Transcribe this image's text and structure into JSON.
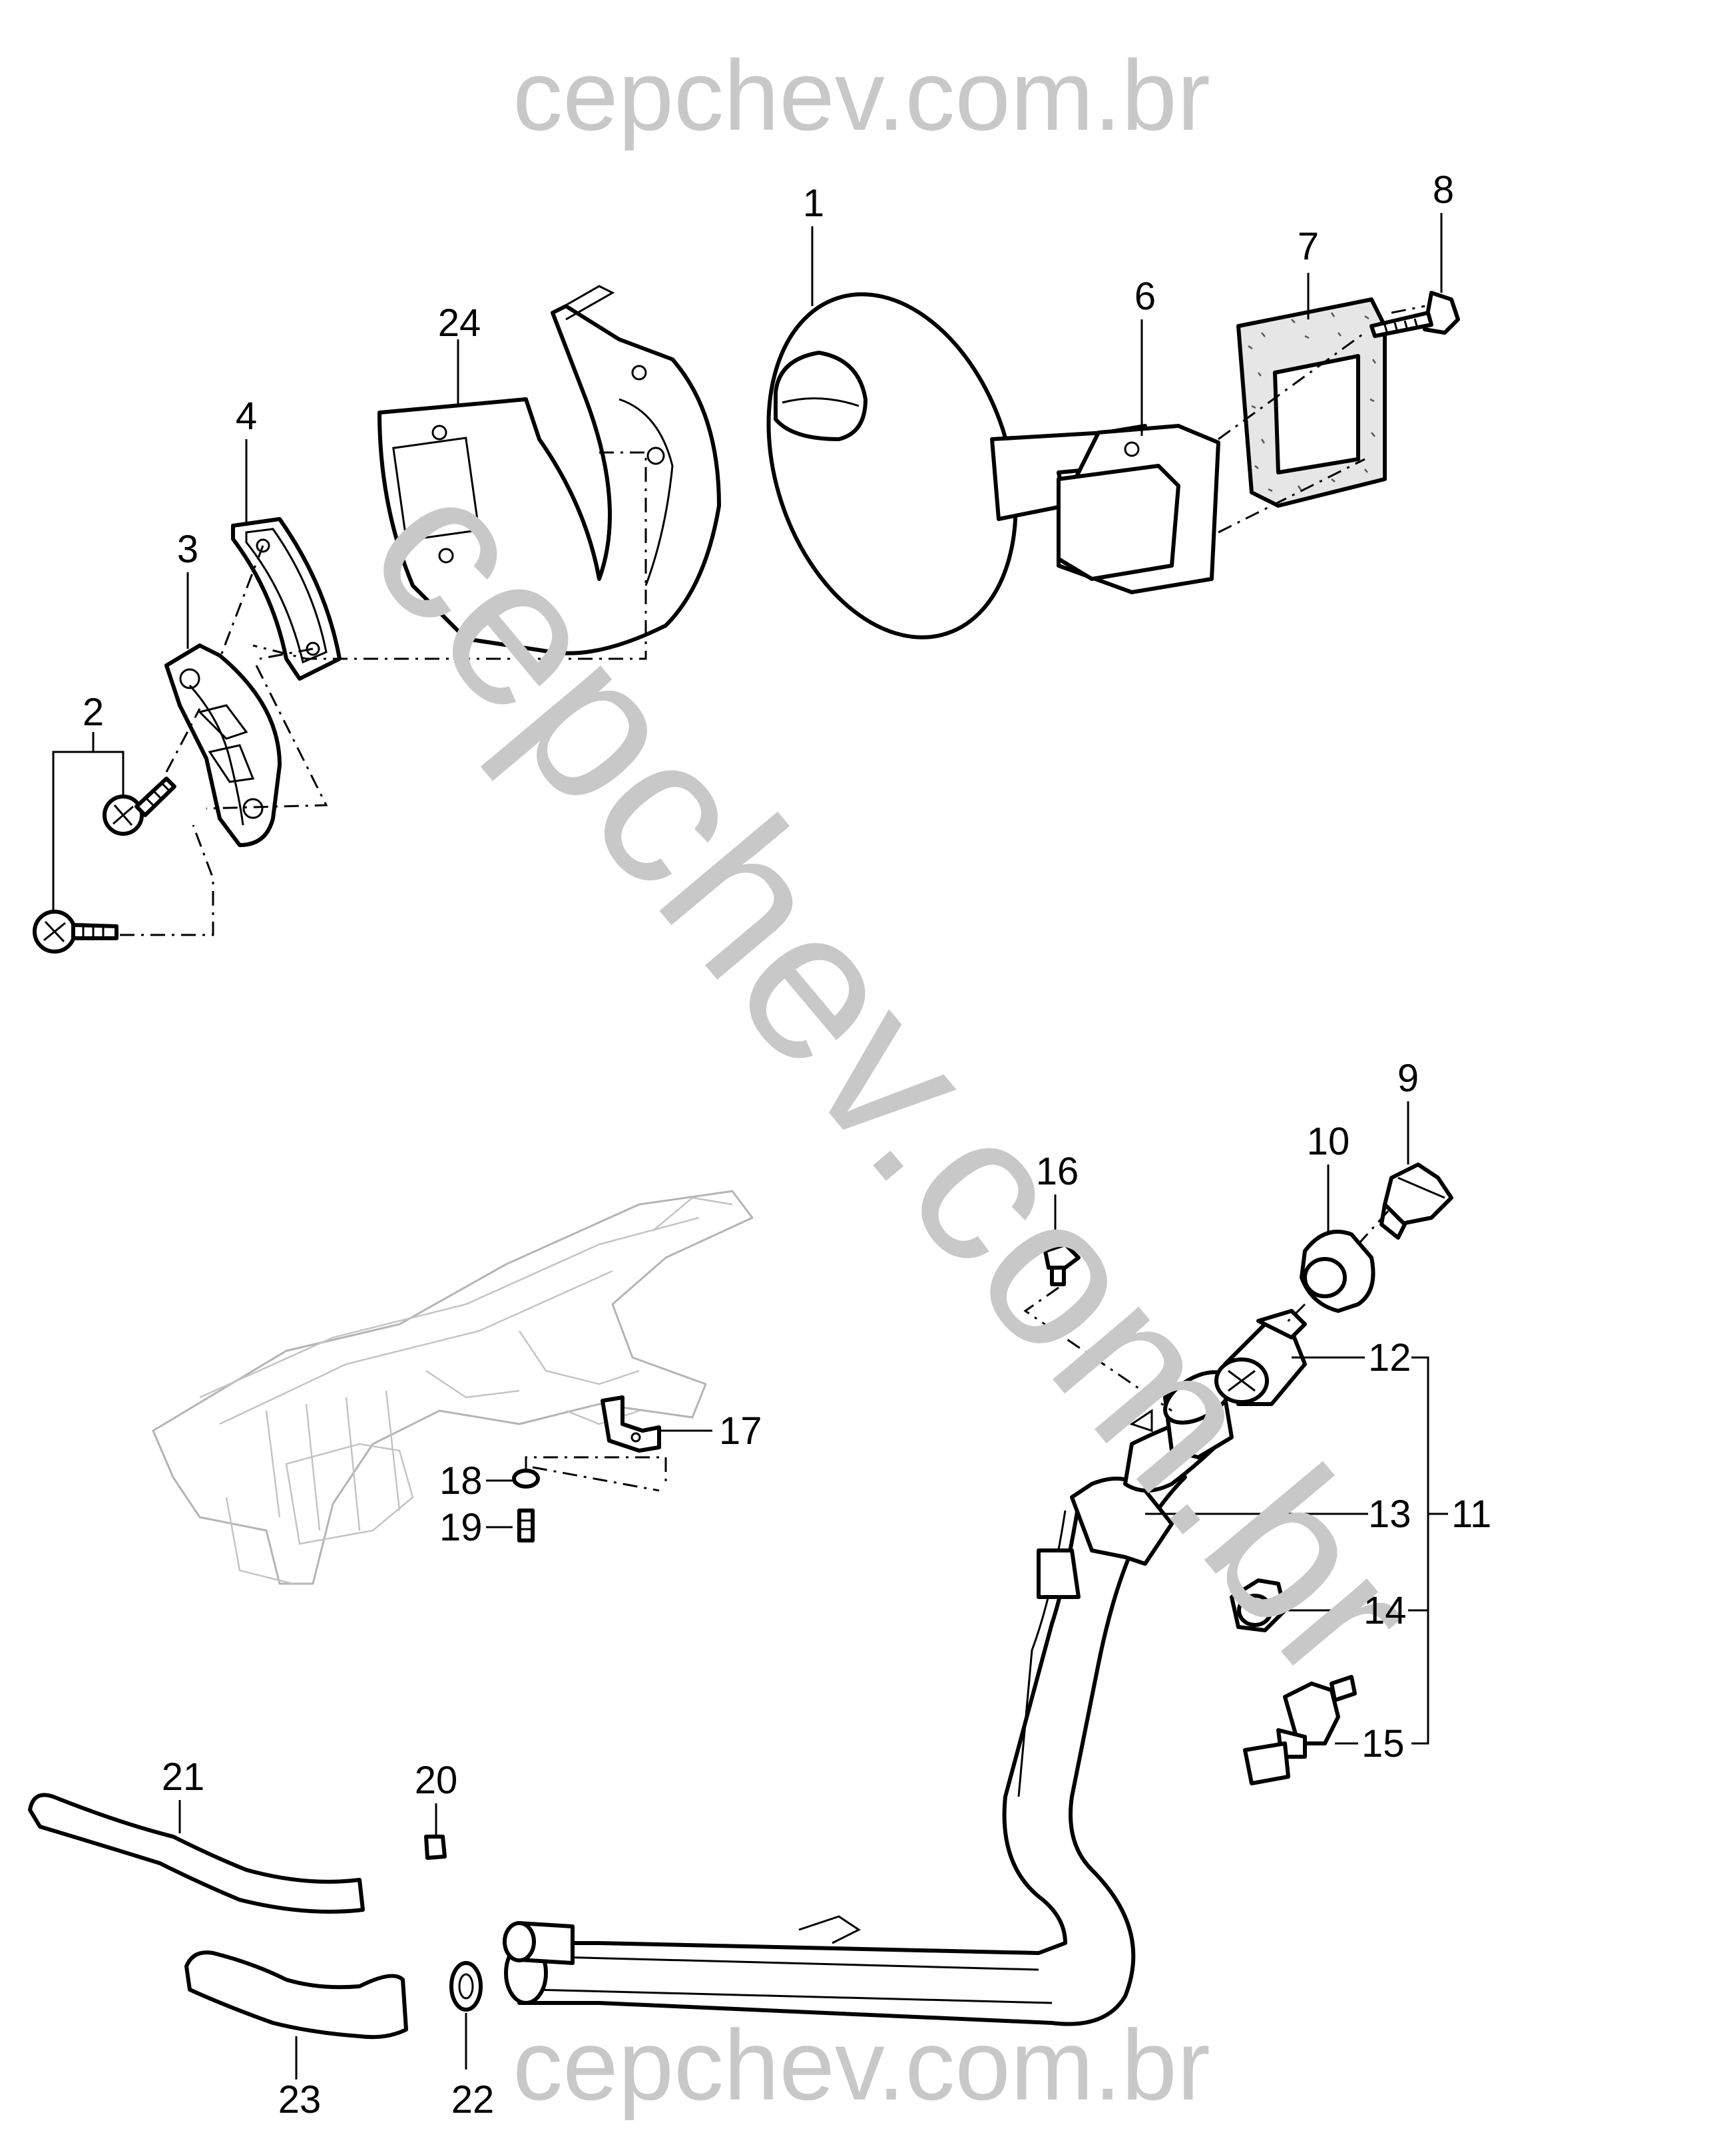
{
  "watermark": {
    "top": "cepchev.com.br",
    "diagonal": "cepchev.com.br",
    "bottom": "cepchev.com.br",
    "color": "#c8c8c8"
  },
  "callouts": [
    "1",
    "2",
    "3",
    "4",
    "6",
    "7",
    "8",
    "9",
    "10",
    "11",
    "12",
    "13",
    "14",
    "15",
    "16",
    "17",
    "18",
    "19",
    "20",
    "21",
    "22",
    "23",
    "24"
  ],
  "icons": [
    "fuel-door-icon",
    "hinge-box-icon",
    "gasket-icon",
    "screw-icon",
    "bumper-plate-icon",
    "pad-icon",
    "housing-icon",
    "filler-neck-icon",
    "cap-icon",
    "seal-icon",
    "vent-valve-icon",
    "grommet-icon",
    "bolt-icon",
    "bracket-icon",
    "washer-icon",
    "clamp-icon",
    "hose-icon",
    "body-frame-icon"
  ]
}
